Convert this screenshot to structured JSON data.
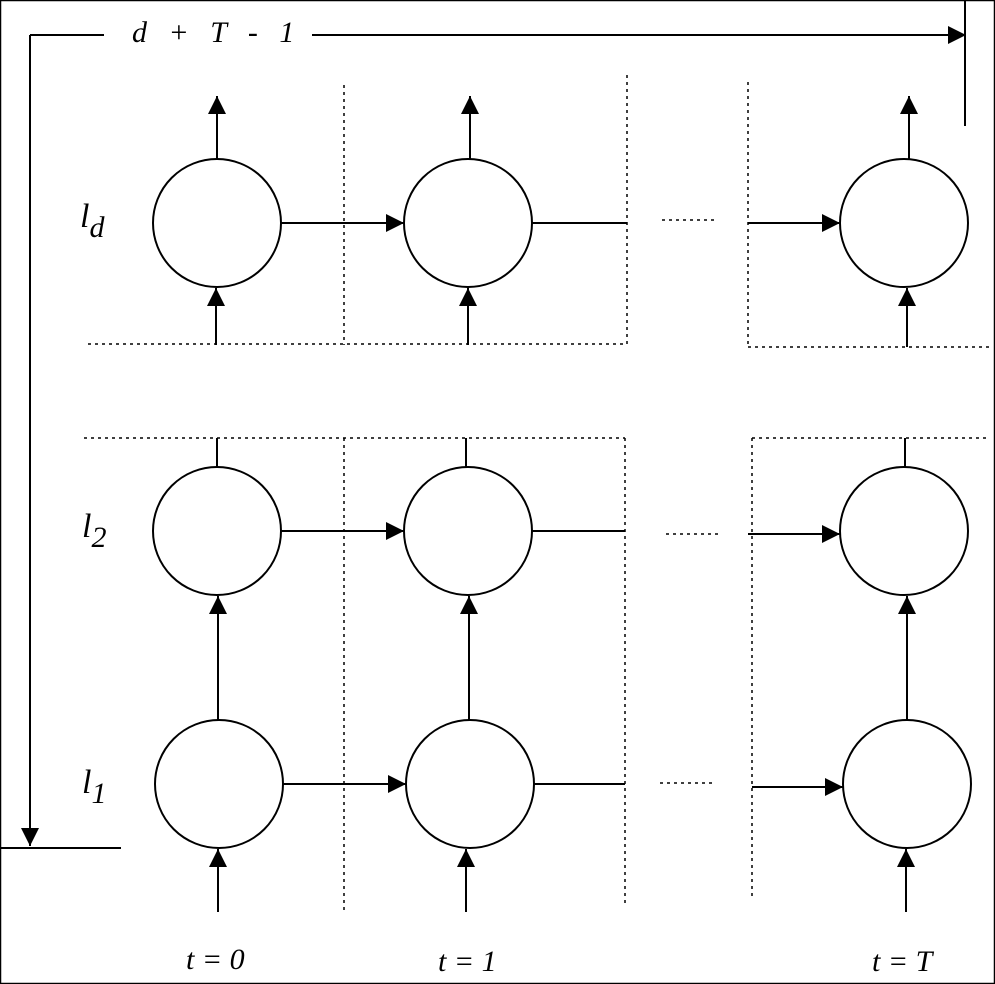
{
  "diagram": {
    "top_label": "d + T - 1",
    "layers": [
      {
        "base": "l",
        "sub": "d"
      },
      {
        "base": "l",
        "sub": "2"
      },
      {
        "base": "l",
        "sub": "1"
      }
    ],
    "time_labels": [
      "t = 0",
      "t = 1",
      "t = T"
    ],
    "ellipsis": "......"
  }
}
